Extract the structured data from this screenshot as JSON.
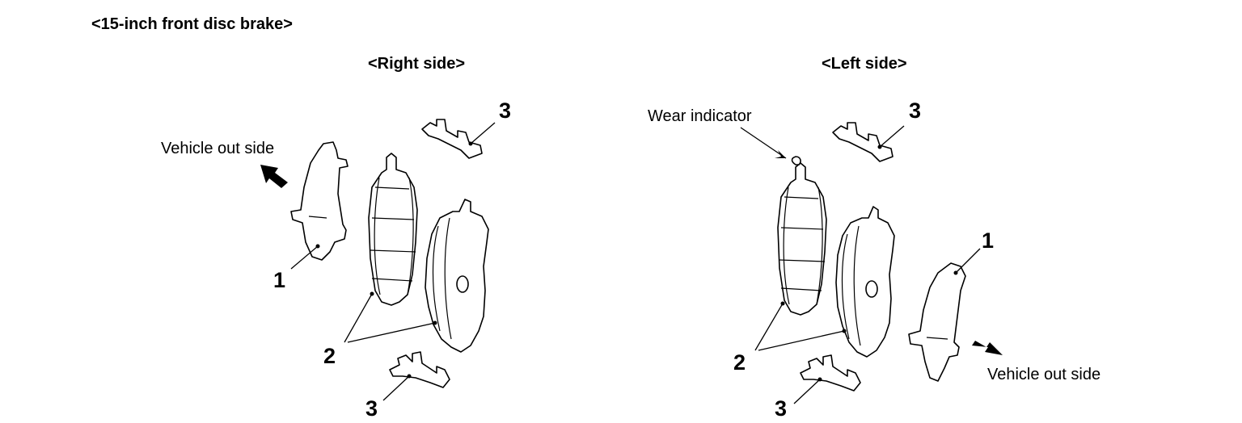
{
  "title": "<15-inch front disc brake>",
  "right_side": {
    "heading": "<Right side>",
    "vehicle_out_side": "Vehicle out side",
    "callouts": {
      "shim_1": "1",
      "pads_2": "2",
      "clip_top_3": "3",
      "clip_bottom_3": "3"
    }
  },
  "left_side": {
    "heading": "<Left side>",
    "wear_indicator": "Wear indicator",
    "vehicle_out_side": "Vehicle out side",
    "callouts": {
      "shim_1": "1",
      "pads_2": "2",
      "clip_top_3": "3",
      "clip_bottom_3": "3"
    }
  }
}
